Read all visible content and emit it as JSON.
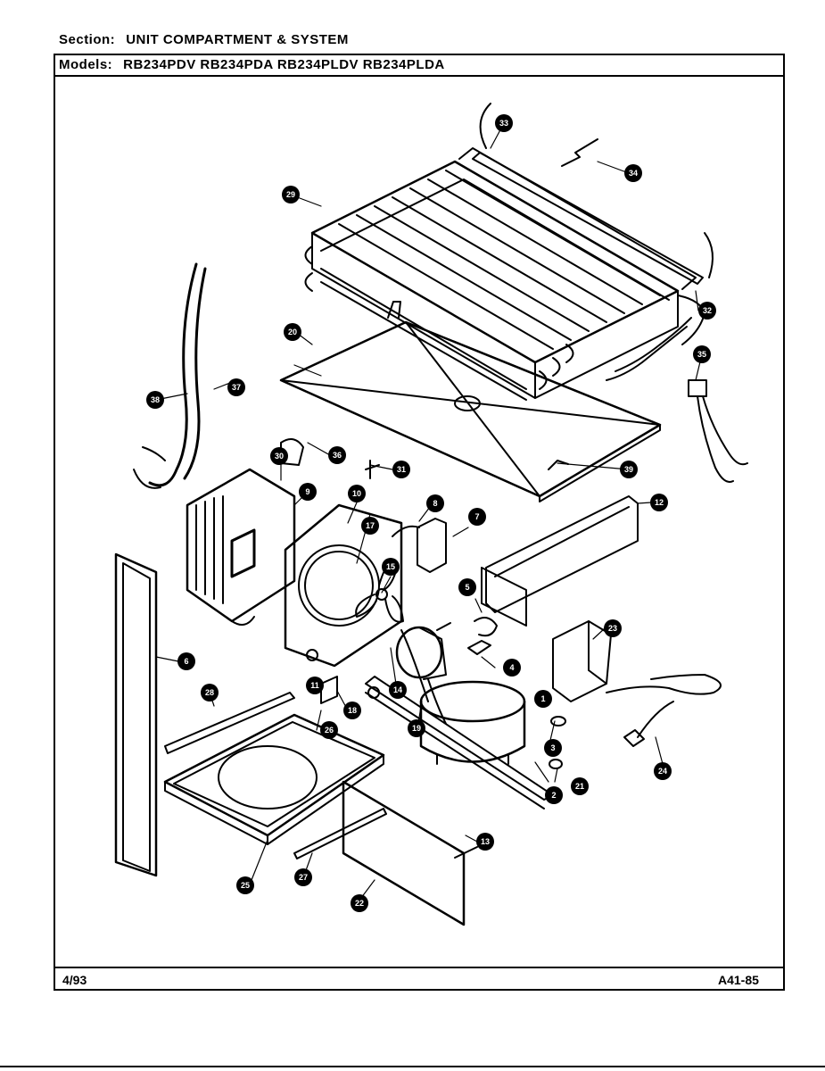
{
  "header": {
    "section_label": "Section:",
    "section_value": "UNIT COMPARTMENT & SYSTEM",
    "models_label": "Models:",
    "models_value": "RB234PDV RB234PDA RB234PLDV RB234PLDA"
  },
  "footer": {
    "date": "4/93",
    "code": "A41-85"
  },
  "callouts": [
    "1",
    "2",
    "3",
    "4",
    "5",
    "6",
    "7",
    "8",
    "9",
    "10",
    "11",
    "12",
    "13",
    "14",
    "15",
    "17",
    "18",
    "19",
    "20",
    "21",
    "22",
    "23",
    "24",
    "25",
    "26",
    "27",
    "28",
    "29",
    "30",
    "31",
    "32",
    "33",
    "34",
    "35",
    "36",
    "37",
    "38",
    "39"
  ]
}
